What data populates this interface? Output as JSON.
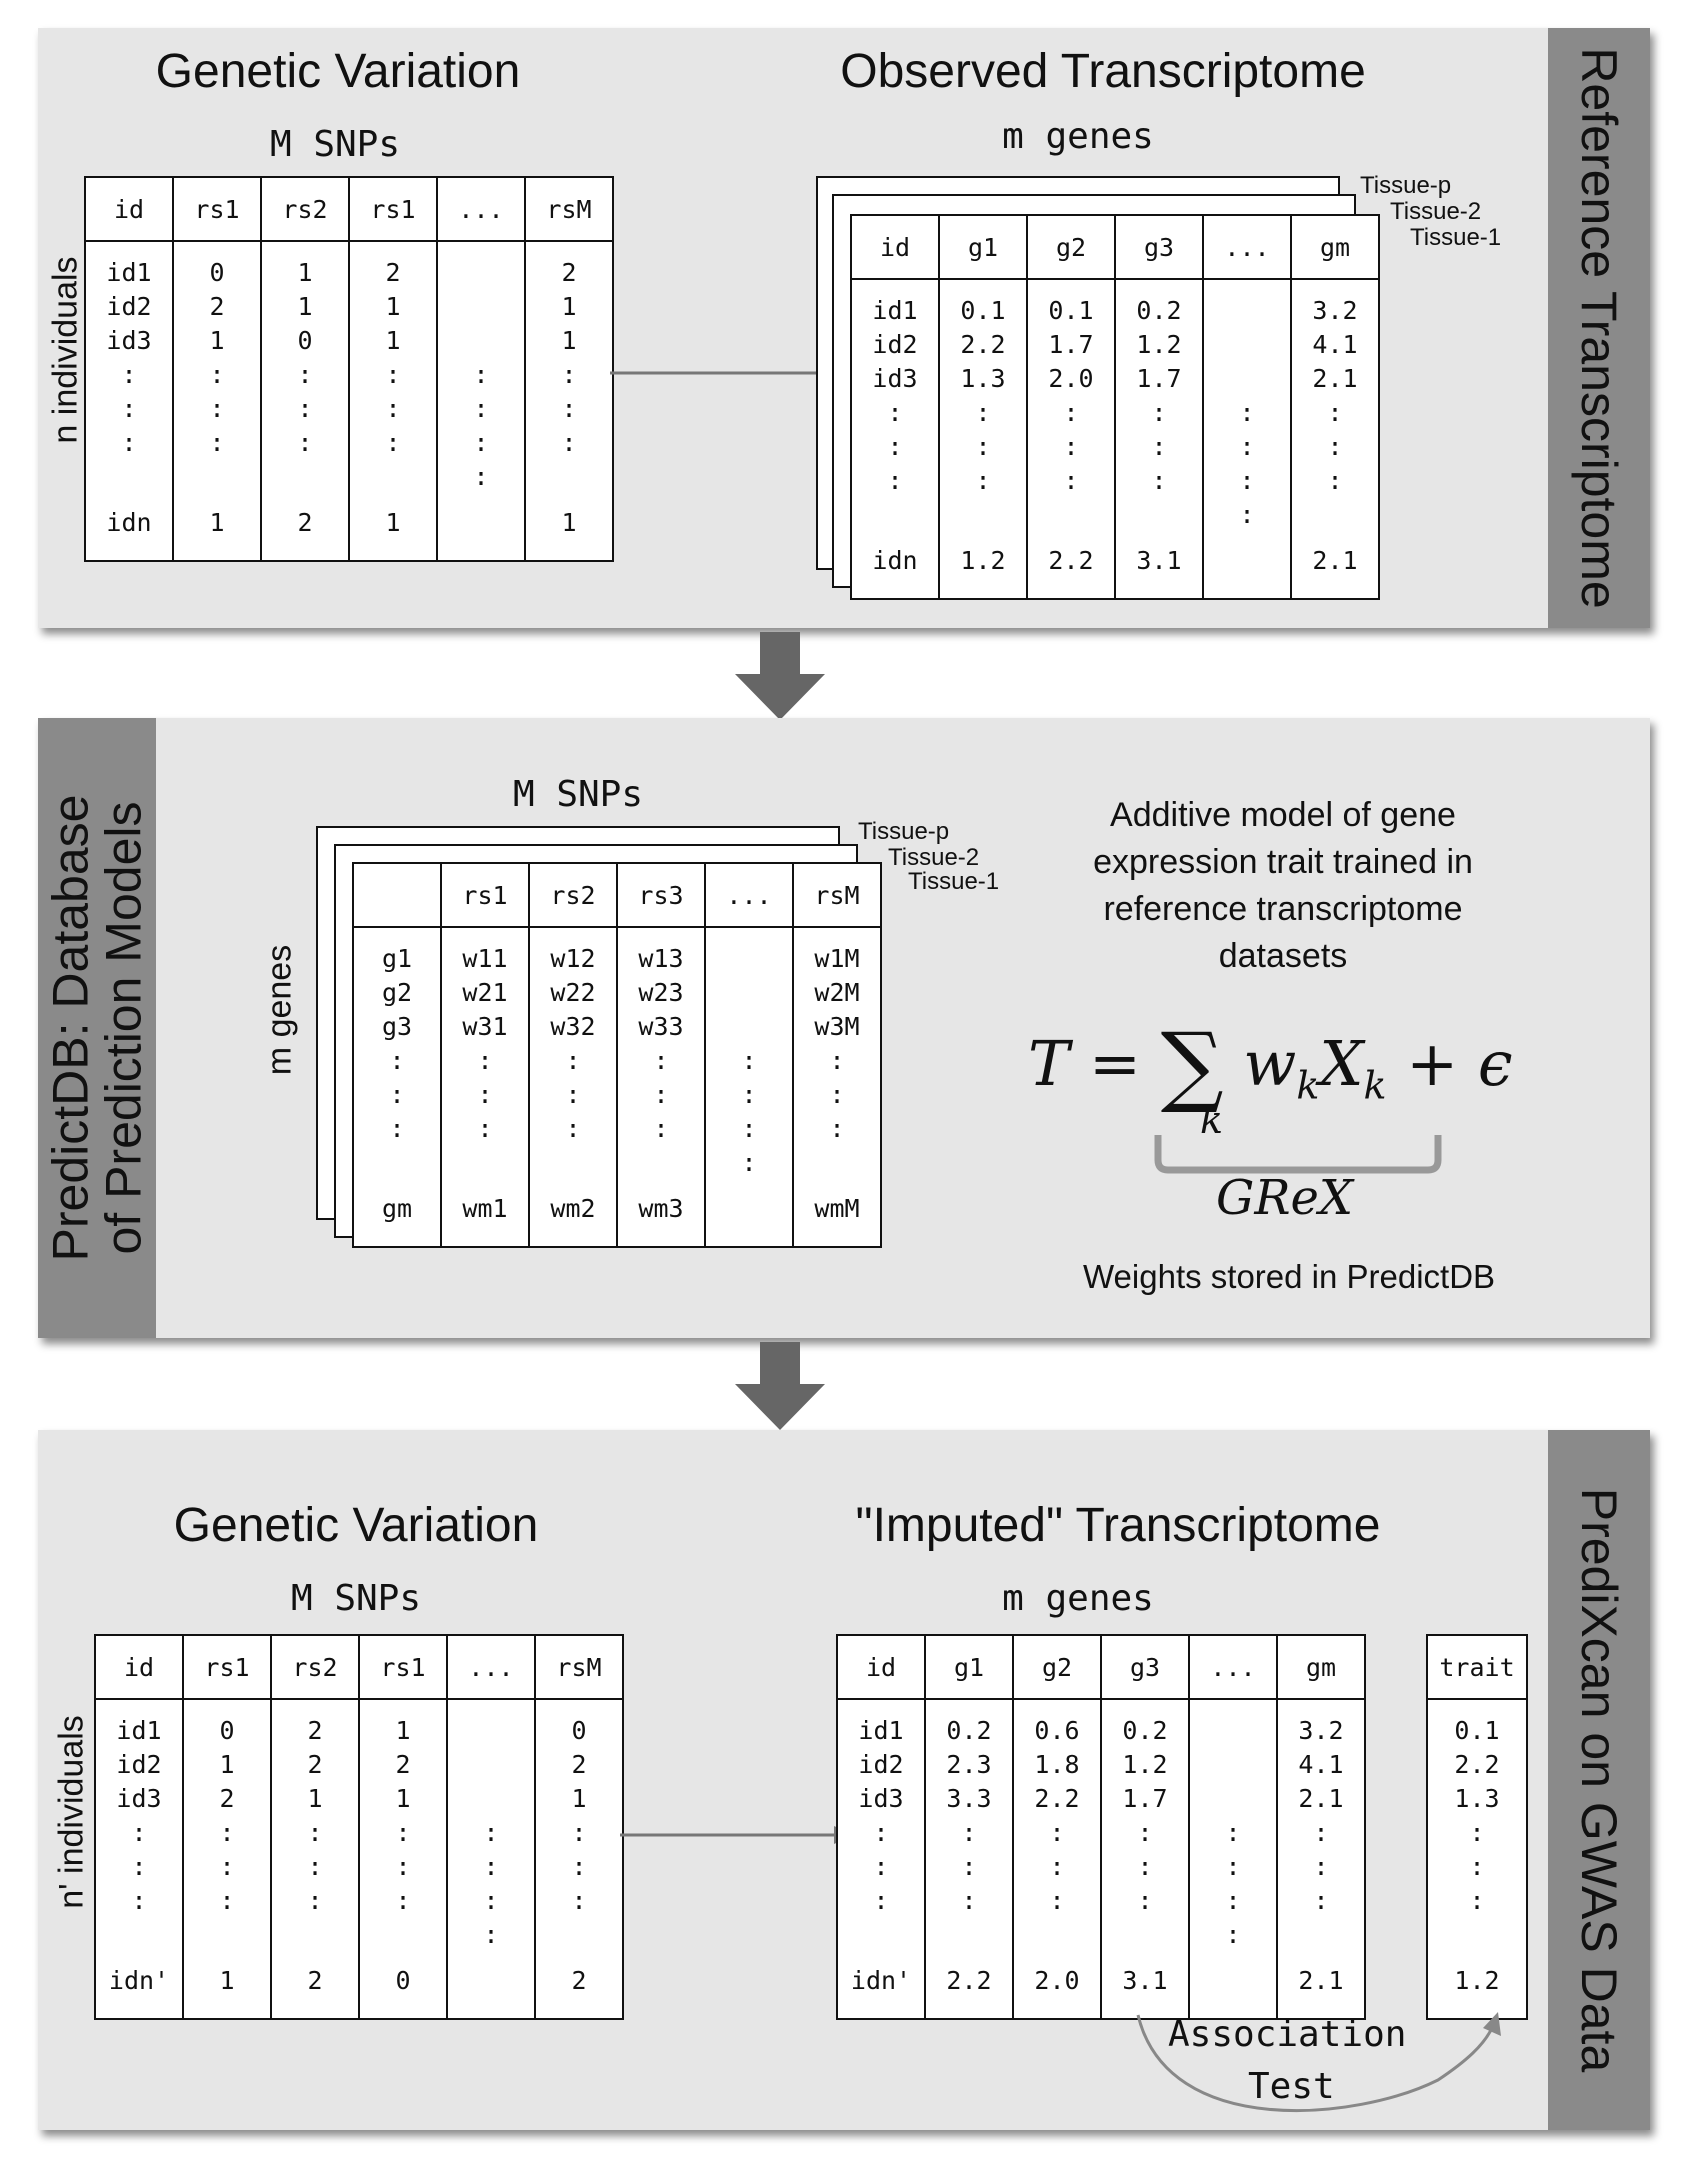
{
  "panel1": {
    "side_label": "Reference Transcriptome",
    "left_title": "Genetic Variation",
    "right_title": "Observed Transcriptome",
    "snp_header": "M SNPs",
    "gene_header": "m genes",
    "row_label": "n individuals",
    "tissues": [
      "Tissue-p",
      "Tissue-2",
      "Tissue-1"
    ],
    "geno_table": {
      "columns": [
        "id",
        "rs1",
        "rs2",
        "rs1",
        "...",
        "rsM"
      ],
      "rows": [
        [
          "id1",
          "0",
          "1",
          "2",
          "",
          "2"
        ],
        [
          "id2",
          "2",
          "1",
          "1",
          "",
          "1"
        ],
        [
          "id3",
          "1",
          "0",
          "1",
          "",
          "1"
        ],
        [
          ":",
          ":",
          ":",
          ":",
          ":",
          ":"
        ],
        [
          ":",
          ":",
          ":",
          ":",
          ":",
          ":"
        ],
        [
          ":",
          ":",
          ":",
          ":",
          ":",
          ":"
        ],
        [
          "",
          "",
          "",
          "",
          ":",
          ""
        ],
        [
          "idn",
          "1",
          "2",
          "1",
          "",
          "1"
        ]
      ]
    },
    "expr_table": {
      "columns": [
        "id",
        "g1",
        "g2",
        "g3",
        "...",
        "gm"
      ],
      "rows": [
        [
          "id1",
          "0.1",
          "0.1",
          "0.2",
          "",
          "3.2"
        ],
        [
          "id2",
          "2.2",
          "1.7",
          "1.2",
          "",
          "4.1"
        ],
        [
          "id3",
          "1.3",
          "2.0",
          "1.7",
          "",
          "2.1"
        ],
        [
          ":",
          ":",
          ":",
          ":",
          ":",
          ":"
        ],
        [
          ":",
          ":",
          ":",
          ":",
          ":",
          ":"
        ],
        [
          ":",
          ":",
          ":",
          ":",
          ":",
          ":"
        ],
        [
          "",
          "",
          "",
          "",
          ":",
          ""
        ],
        [
          "idn",
          "1.2",
          "2.2",
          "3.1",
          "",
          "2.1"
        ]
      ]
    }
  },
  "panel2": {
    "side_label_line1": "PredictDB: Database",
    "side_label_line2": "of Prediction Models",
    "snp_header": "M SNPs",
    "row_label": "m genes",
    "tissues": [
      "Tissue-p",
      "Tissue-2",
      "Tissue-1"
    ],
    "weights_table": {
      "columns": [
        "",
        "rs1",
        "rs2",
        "rs3",
        "...",
        "rsM"
      ],
      "rows": [
        [
          "g1",
          "w11",
          "w12",
          "w13",
          "",
          "w1M"
        ],
        [
          "g2",
          "w21",
          "w22",
          "w23",
          "",
          "w2M"
        ],
        [
          "g3",
          "w31",
          "w32",
          "w33",
          "",
          "w3M"
        ],
        [
          ":",
          ":",
          ":",
          ":",
          ":",
          ":"
        ],
        [
          ":",
          ":",
          ":",
          ":",
          ":",
          ":"
        ],
        [
          ":",
          ":",
          ":",
          ":",
          ":",
          ":"
        ],
        [
          "",
          "",
          "",
          "",
          ":",
          ""
        ],
        [
          "gm",
          "wm1",
          "wm2",
          "wm3",
          "",
          "wmM"
        ]
      ]
    },
    "description": [
      "Additive model of gene",
      "expression trait trained in",
      "reference transcriptome",
      "datasets"
    ],
    "formula_lhs": "T = ",
    "formula_rhs": "w",
    "grex_label": "GReX",
    "weights_note": "Weights stored in PredictDB"
  },
  "panel3": {
    "side_label": "PrediXcan on GWAS Data",
    "left_title": "Genetic Variation",
    "right_title": "\"Imputed\" Transcriptome",
    "snp_header": "M SNPs",
    "gene_header": "m genes",
    "row_label": "n' individuals",
    "assoc_line1": "Association",
    "assoc_line2": "Test",
    "geno_table": {
      "columns": [
        "id",
        "rs1",
        "rs2",
        "rs1",
        "...",
        "rsM"
      ],
      "rows": [
        [
          "id1",
          "0",
          "2",
          "1",
          "",
          "0"
        ],
        [
          "id2",
          "1",
          "2",
          "2",
          "",
          "2"
        ],
        [
          "id3",
          "2",
          "1",
          "1",
          "",
          "1"
        ],
        [
          ":",
          ":",
          ":",
          ":",
          ":",
          ":"
        ],
        [
          ":",
          ":",
          ":",
          ":",
          ":",
          ":"
        ],
        [
          ":",
          ":",
          ":",
          ":",
          ":",
          ":"
        ],
        [
          "",
          "",
          "",
          "",
          ":",
          ""
        ],
        [
          "idn'",
          "1",
          "2",
          "0",
          "",
          "2"
        ]
      ]
    },
    "expr_table": {
      "columns": [
        "id",
        "g1",
        "g2",
        "g3",
        "...",
        "gm"
      ],
      "rows": [
        [
          "id1",
          "0.2",
          "0.6",
          "0.2",
          "",
          "3.2"
        ],
        [
          "id2",
          "2.3",
          "1.8",
          "1.2",
          "",
          "4.1"
        ],
        [
          "id3",
          "3.3",
          "2.2",
          "1.7",
          "",
          "2.1"
        ],
        [
          ":",
          ":",
          ":",
          ":",
          ":",
          ":"
        ],
        [
          ":",
          ":",
          ":",
          ":",
          ":",
          ":"
        ],
        [
          ":",
          ":",
          ":",
          ":",
          ":",
          ":"
        ],
        [
          "",
          "",
          "",
          "",
          ":",
          ""
        ],
        [
          "idn'",
          "2.2",
          "2.0",
          "3.1",
          "",
          "2.1"
        ]
      ]
    },
    "trait_table": {
      "columns": [
        "trait"
      ],
      "rows": [
        [
          "0.1"
        ],
        [
          "2.2"
        ],
        [
          "1.3"
        ],
        [
          ":"
        ],
        [
          ":"
        ],
        [
          ":"
        ],
        [
          ""
        ],
        [
          "1.2"
        ]
      ]
    }
  },
  "colors": {
    "panel_bg": "#e6e6e6",
    "side_bar": "#8a8a8a",
    "arrow": "#666666"
  }
}
